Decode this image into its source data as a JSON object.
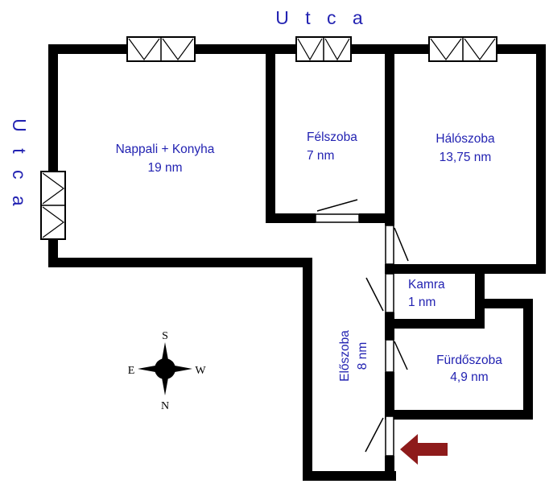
{
  "street_labels": {
    "top": "U t c a",
    "left": "U t c a"
  },
  "rooms": {
    "nappali": {
      "name": "Nappali + Konyha",
      "area": "19 nm"
    },
    "felszoba": {
      "name": "Félszoba",
      "area": "7 nm"
    },
    "haloszoba": {
      "name": "Hálószoba",
      "area": "13,75 nm"
    },
    "kamra": {
      "name": "Kamra",
      "area": "1 nm"
    },
    "furdoszoba": {
      "name": "Fürdőszoba",
      "area": "4,9 nm"
    },
    "eloszoba": {
      "name": "Előszoba",
      "area": "8 nm"
    }
  },
  "compass": {
    "south": "S",
    "north": "N",
    "east": "E",
    "west": "W"
  },
  "colors": {
    "label_blue": "#2323B2",
    "wall_black": "#000000",
    "entrance_arrow_red": "#8E1B1B"
  }
}
